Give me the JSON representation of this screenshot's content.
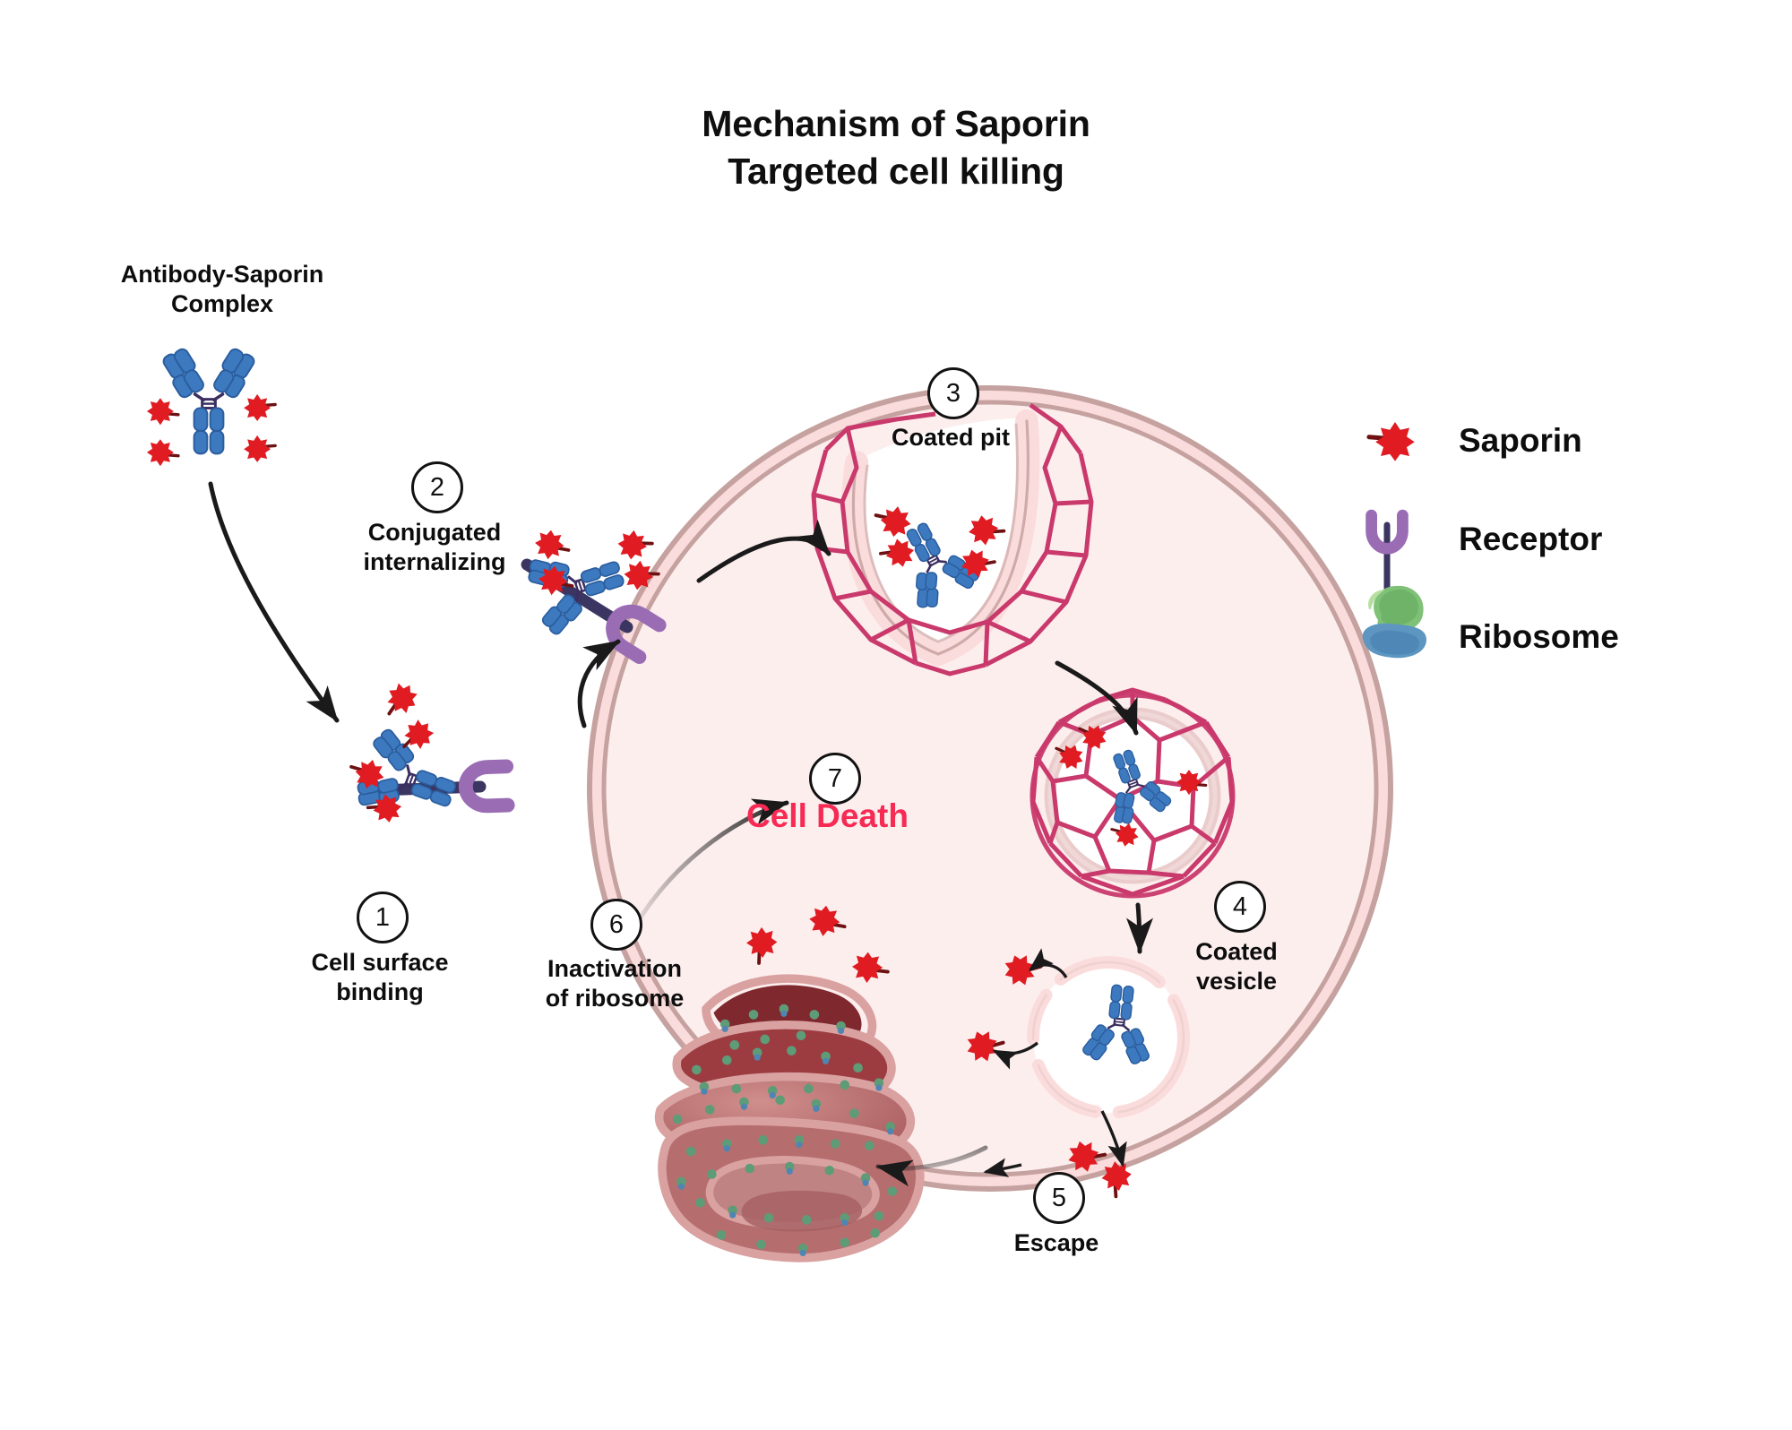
{
  "title": {
    "line1": "Mechanism of Saporin",
    "line2": "Targeted cell killing"
  },
  "complex_label": "Antibody-Saporin\nComplex",
  "cell_death_label": "Cell Death",
  "steps": [
    {
      "number": "1",
      "label": "Cell surface\nbinding"
    },
    {
      "number": "2",
      "label": "Conjugated\ninternalizing"
    },
    {
      "number": "3",
      "label": "Coated pit"
    },
    {
      "number": "4",
      "label": "Coated\nvesicle"
    },
    {
      "number": "5",
      "label": "Escape"
    },
    {
      "number": "6",
      "label": "Inactivation\nof ribosome"
    },
    {
      "number": "7",
      "label": ""
    }
  ],
  "legend": [
    {
      "icon": "saporin-star-icon",
      "label": "Saporin"
    },
    {
      "icon": "receptor-icon",
      "label": "Receptor"
    },
    {
      "icon": "ribosome-icon",
      "label": "Ribosome"
    }
  ],
  "colors": {
    "saporin_red": "#E01B22",
    "saporin_stalk": "#6E1113",
    "antibody_blue": "#3D79BF",
    "antibody_blue_dark": "#2A5D9E",
    "hinge_purple": "#3B2E61",
    "receptor_purple": "#9A6CB4",
    "receptor_stem": "#3B3561",
    "cell_fill": "#FDEEEE",
    "membrane_band": "#FBDCDC",
    "membrane_stroke": "#C5A2A0",
    "clathrin": "#C9396B",
    "er_dark": "#8E3136",
    "er_mid": "#C07B7C",
    "er_light": "#D9A2A1",
    "ribosome_green": "#72B76A",
    "ribosome_blue": "#4C84B4",
    "cell_death": "#F72A54",
    "arrow": "#1A1A1A",
    "text": "#0D0D0D"
  }
}
